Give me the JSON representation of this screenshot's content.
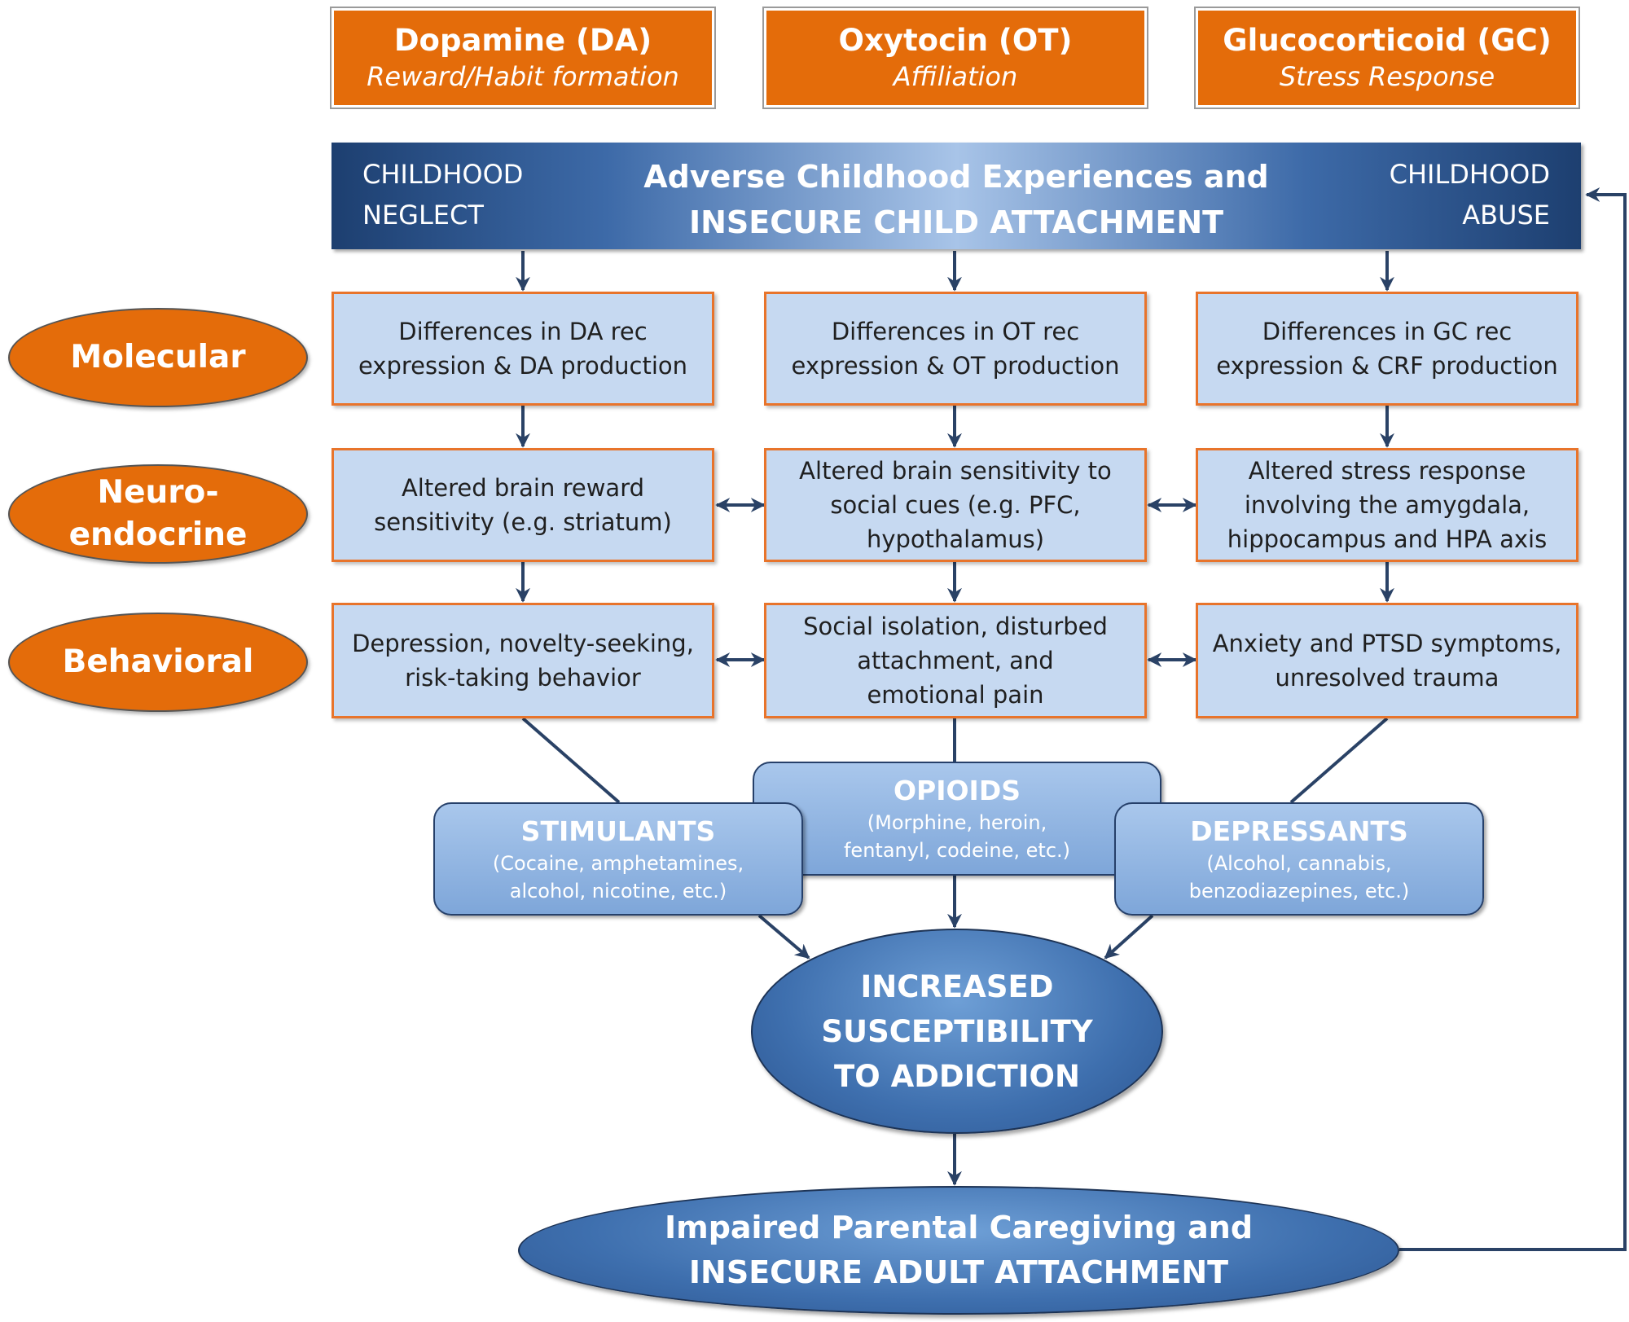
{
  "headers": [
    {
      "title": "Dopamine (DA)",
      "subtitle": "Reward/Habit formation"
    },
    {
      "title": "Oxytocin (OT)",
      "subtitle": "Affiliation"
    },
    {
      "title": "Glucocorticoid (GC)",
      "subtitle": "Stress Response"
    }
  ],
  "banner": {
    "left": [
      "CHILDHOOD",
      "NEGLECT"
    ],
    "title": [
      "Adverse Childhood Experiences and",
      "INSECURE CHILD ATTACHMENT"
    ],
    "right": [
      "CHILDHOOD",
      "ABUSE"
    ]
  },
  "levels": {
    "molecular": [
      "Molecular"
    ],
    "neuroendocrine": [
      "Neuro-",
      "endocrine"
    ],
    "behavioral": [
      "Behavioral"
    ]
  },
  "molecular": [
    [
      "Differences in DA rec",
      "expression & DA production"
    ],
    [
      "Differences in OT rec",
      "expression & OT production"
    ],
    [
      "Differences in GC rec",
      "expression & CRF production"
    ]
  ],
  "neuroendocrine": [
    [
      "Altered brain reward",
      "sensitivity (e.g. striatum)"
    ],
    [
      "Altered brain sensitivity to",
      "social cues (e.g. PFC,",
      "hypothalamus)"
    ],
    [
      "Altered stress response",
      "involving the amygdala,",
      "hippocampus and HPA axis"
    ]
  ],
  "behavioral": [
    [
      "Depression, novelty-seeking,",
      "risk-taking behavior"
    ],
    [
      "Social isolation, disturbed",
      "attachment, and",
      "emotional pain"
    ],
    [
      "Anxiety and PTSD symptoms,",
      "unresolved trauma"
    ]
  ],
  "drugs": {
    "stimulants": {
      "title": "STIMULANTS",
      "lines": [
        "(Cocaine, amphetamines,",
        "alcohol, nicotine, etc.)"
      ]
    },
    "opioids": {
      "title": "OPIOIDS",
      "lines": [
        "(Morphine, heroin,",
        "fentanyl, codeine, etc.)"
      ]
    },
    "depressants": {
      "title": "DEPRESSANTS",
      "lines": [
        "(Alcohol, cannabis,",
        "benzodiazepines, etc.)"
      ]
    }
  },
  "susceptibility": [
    "INCREASED",
    "SUSCEPTIBILITY",
    "TO ADDICTION"
  ],
  "caregiving": [
    "Impaired Parental Caregiving and",
    "INSECURE ADULT ATTACHMENT"
  ],
  "colors": {
    "orange": "#e46c0a",
    "box_fill": "#c6d9f1",
    "navy": "#1d3f70",
    "arrow": "#2a4266"
  }
}
